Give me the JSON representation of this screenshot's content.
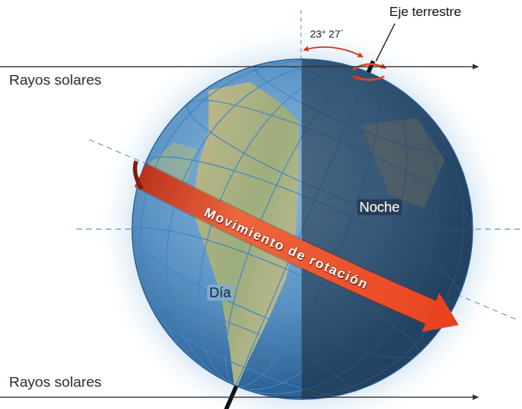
{
  "diagram": {
    "labels": [
      "Eje terrestre",
      "23° 27´",
      "Rayos solares",
      "Movimiento de rotación",
      "Noche",
      "Día",
      "Rayos solares"
    ]
  }
}
